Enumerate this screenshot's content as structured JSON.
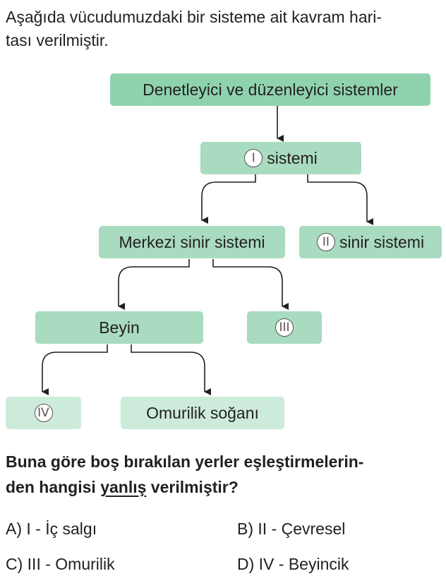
{
  "intro": {
    "line1": "Aşağıda vücudumuzdaki bir sisteme ait kavram hari-",
    "line2": "tası verilmiştir."
  },
  "diagram": {
    "root": "Denetleyici ve düzenleyici sistemler",
    "level1": {
      "numeral": "I",
      "label": "sistemi"
    },
    "central": "Merkezi sinir sistemi",
    "peripheral": {
      "numeral": "II",
      "label": "sinir sistemi"
    },
    "brain": "Beyin",
    "blank3": {
      "numeral": "III"
    },
    "blank4": {
      "numeral": "IV"
    },
    "medulla": "Omurilik soğanı"
  },
  "question": {
    "line1": "Buna göre boş bırakılan yerler eşleştirmelerin-",
    "line2_before": "den hangisi ",
    "line2_underlined": "yanlış",
    "line2_after": " verilmiştir?"
  },
  "options": [
    {
      "label": "A) I - İç salgı"
    },
    {
      "label": "B) II - Çevresel"
    },
    {
      "label": "C) III - Omurilik"
    },
    {
      "label": "D) IV - Beyincik"
    }
  ]
}
